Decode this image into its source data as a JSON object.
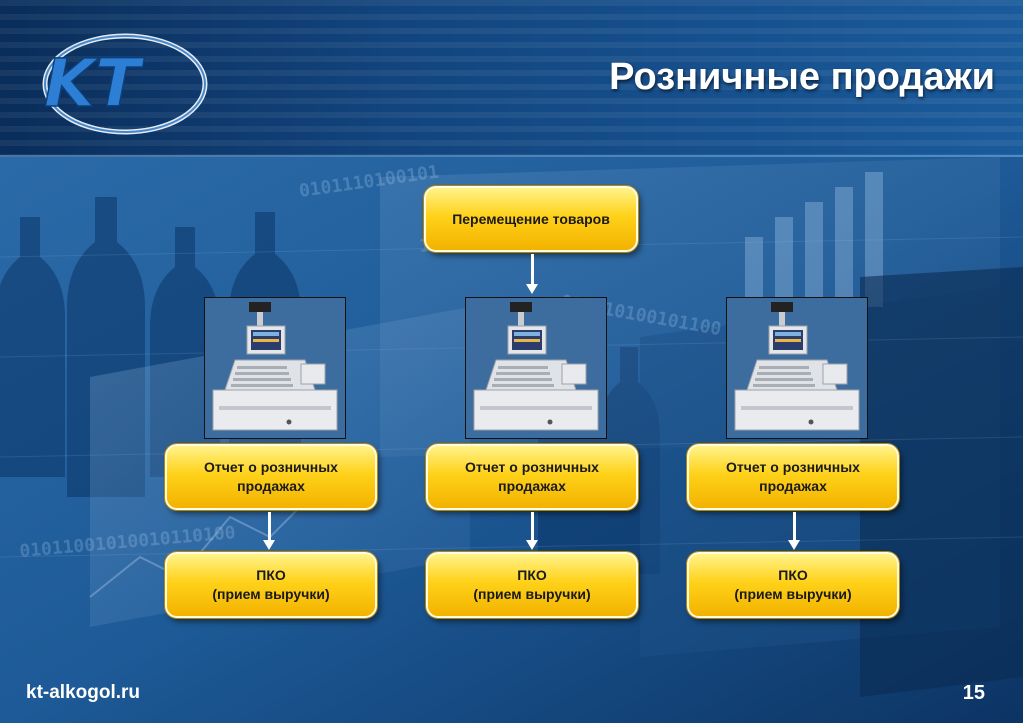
{
  "header": {
    "logo_text": "KT",
    "title": "Розничные продажи"
  },
  "diagram": {
    "top_node": "Перемещение товаров",
    "report_label": "Отчет о розничных продажах",
    "pko_line1": "ПКО",
    "pko_line2": "(прием выручки)",
    "register_icon": "cash-register-icon",
    "columns": 3
  },
  "footer": {
    "site": "kt-alkogol.ru",
    "page_number": "15"
  },
  "colors": {
    "panel_yellow": "#ffd21a",
    "background_blue": "#14528f",
    "text_white": "#ffffff"
  }
}
